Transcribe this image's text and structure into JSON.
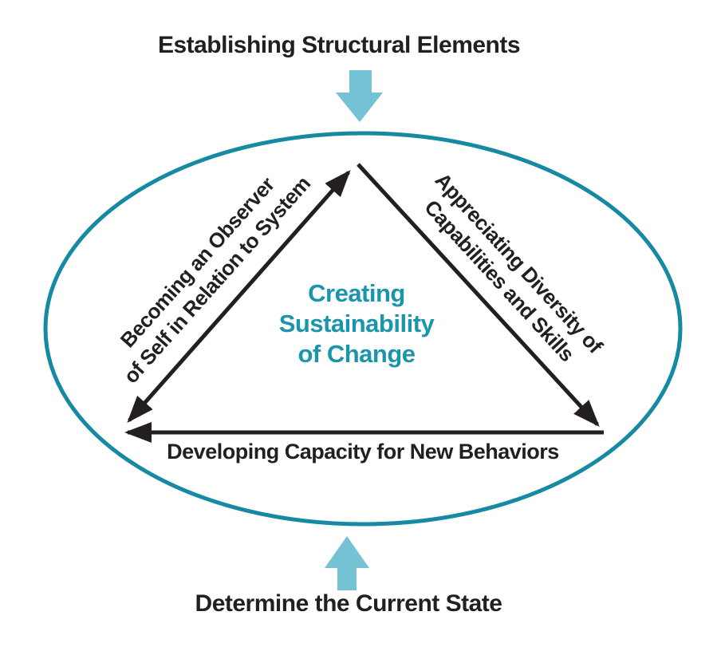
{
  "diagram": {
    "top_label": "Establishing Structural Elements",
    "bottom_label": "Determine the Current State",
    "center_label": {
      "line1": "Creating",
      "line2": "Sustainability",
      "line3": "of Change"
    },
    "left_edge_label": {
      "line1": "Becoming an Observer",
      "line2": "of Self in Relation to System"
    },
    "right_edge_label": {
      "line1": "Appreciating Diversity of",
      "line2": "Capabilities and Skills"
    },
    "bottom_edge_label": "Developing Capacity for New Behaviors"
  },
  "icons": {
    "top_arrow": "down-arrow-icon",
    "bottom_arrow": "up-arrow-icon"
  },
  "colors": {
    "teal_stroke": "#1689a3",
    "teal_text": "#1b95ab",
    "arrow_blue": "#76c2d5",
    "ink_black": "#231f20"
  }
}
